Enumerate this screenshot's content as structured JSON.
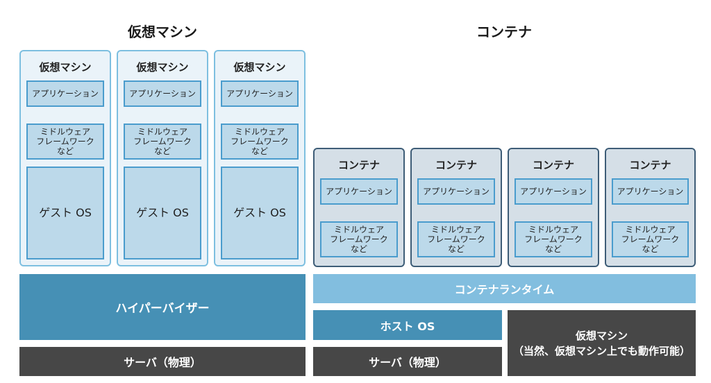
{
  "headings": {
    "vm": "仮想マシン",
    "container": "コンテナ"
  },
  "vm_stack": {
    "cards": [
      {
        "title": "仮想マシン",
        "app": "アプリケーション",
        "middleware": "ミドルウェア\nフレームワーク\nなど",
        "guest_os": "ゲスト OS"
      },
      {
        "title": "仮想マシン",
        "app": "アプリケーション",
        "middleware": "ミドルウェア\nフレームワーク\nなど",
        "guest_os": "ゲスト OS"
      },
      {
        "title": "仮想マシン",
        "app": "アプリケーション",
        "middleware": "ミドルウェア\nフレームワーク\nなど",
        "guest_os": "ゲスト OS"
      }
    ],
    "hypervisor": "ハイパーバイザー",
    "server": "サーバ（物理）"
  },
  "container_stack": {
    "cards": [
      {
        "title": "コンテナ",
        "app": "アプリケーション",
        "middleware": "ミドルウェア\nフレームワーク\nなど"
      },
      {
        "title": "コンテナ",
        "app": "アプリケーション",
        "middleware": "ミドルウェア\nフレームワーク\nなど"
      },
      {
        "title": "コンテナ",
        "app": "アプリケーション",
        "middleware": "ミドルウェア\nフレームワーク\nなど"
      },
      {
        "title": "コンテナ",
        "app": "アプリケーション",
        "middleware": "ミドルウェア\nフレームワーク\nなど"
      }
    ],
    "runtime": "コンテナランタイム",
    "host_os": "ホスト OS",
    "server": "サーバ（物理）",
    "vm_alt": "仮想マシン\n（当然、仮想マシン上でも動作可能）"
  },
  "colors": {
    "dark_layer": "#474747",
    "hypervisor": "#4690b5",
    "runtime": "#82bedf",
    "inner_border": "#4a9ccd",
    "vm_card_border": "#7dbfe0",
    "container_card_border": "#3e5d77"
  }
}
